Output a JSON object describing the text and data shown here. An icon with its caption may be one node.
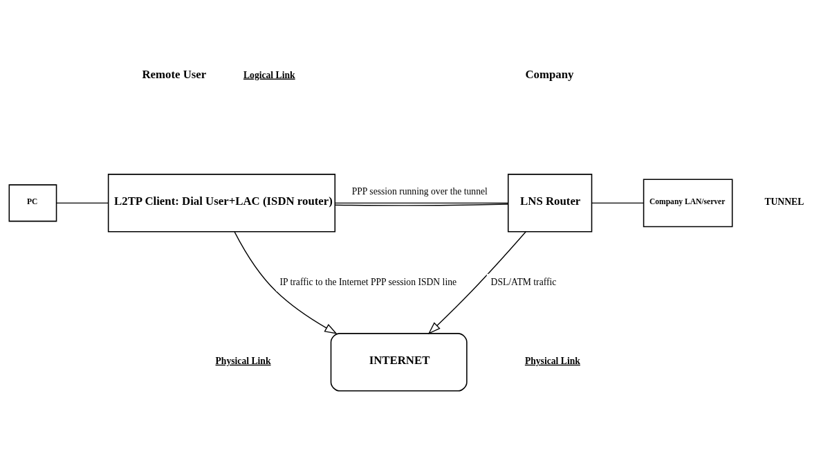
{
  "diagram": {
    "nodes": [
      {
        "text": [
          "PC"
        ]
      },
      {
        "text": [
          "L2TP Client: Dial User+LAC (ISDN router)"
        ]
      },
      {
        "text": [
          "LNS Router"
        ]
      },
      {
        "text": [
          "Company LAN/server"
        ]
      },
      {
        "text": [
          "INTERNET"
        ]
      }
    ],
    "edges": [
      {
        "from": 0,
        "to": 1,
        "arrow": "none"
      },
      {
        "from": 1,
        "to": 2,
        "arrow": "none",
        "label": "PPP session running over the tunnel"
      },
      {
        "from": 1,
        "to": 2,
        "arrow": "none"
      },
      {
        "from": 2,
        "to": 3,
        "arrow": "none"
      },
      {
        "from": 1,
        "to": 4,
        "arrow": "to",
        "label": "IP traffic to the Internet PPP session ISDN line"
      },
      {
        "from": 2,
        "to": 4,
        "arrow": "to",
        "label": "DSL/ATM traffic"
      }
    ],
    "labels": [
      "Remote User",
      "Company",
      "Logical Link",
      "TUNNEL",
      "Physical Link",
      "Physical Link"
    ]
  }
}
